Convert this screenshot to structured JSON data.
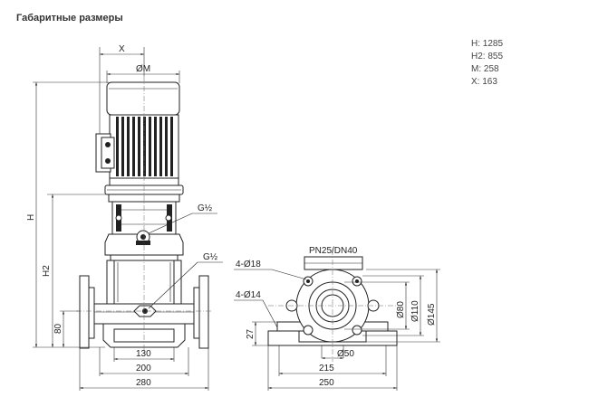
{
  "title": "Габаритные размеры",
  "specs": {
    "h": "H: 1285",
    "h2": "H2: 855",
    "m": "M: 258",
    "x": "X: 163"
  },
  "labels": {
    "x": "X",
    "om": "ØM",
    "h": "H",
    "h2": "H2",
    "v80_left": "80",
    "g_top": "G½",
    "g_mid": "G½",
    "d130": "130",
    "d200": "200",
    "d280": "280",
    "pn": "PN25/DN40",
    "hole18": "4-Ø18",
    "hole14": "4-Ø14",
    "d27": "27",
    "d80": "Ø80",
    "d110": "Ø110",
    "d145": "Ø145",
    "d50": "Ø50",
    "d215": "215",
    "d250": "250"
  }
}
